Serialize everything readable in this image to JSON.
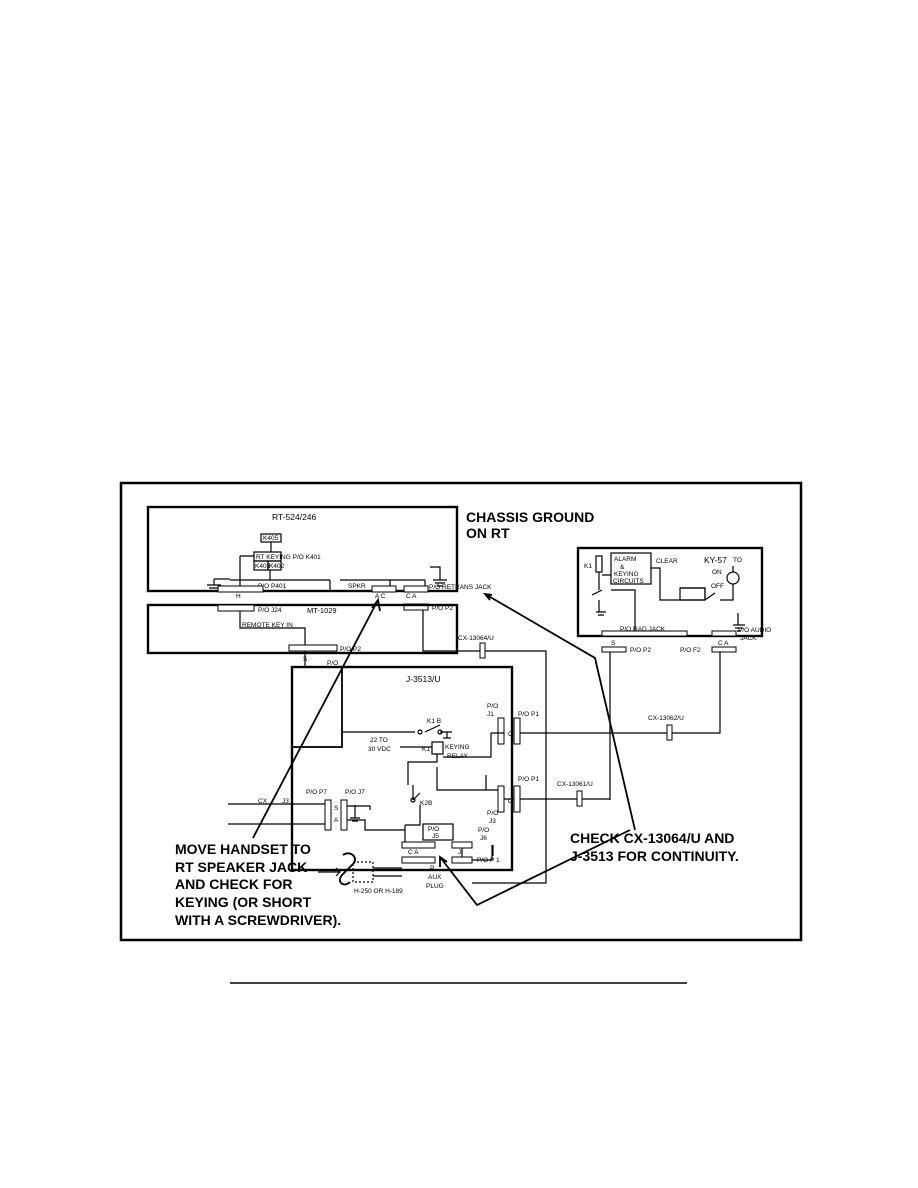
{
  "units": {
    "rt": "RT-524/246",
    "mt": "MT-1029",
    "j3513": "J-3513/U",
    "ky": "KY-57"
  },
  "rt_labels": {
    "k405": "K405",
    "rt_keying": "RT KEYING P/O K401",
    "k403": "K403",
    "k402": "K402",
    "p401": "P/O P401",
    "h": "H",
    "spkr": "SPKR",
    "ac": "A C",
    "ca": "C A",
    "retrans": "P/O RETRANS JACK",
    "p2": "P/O P2"
  },
  "mt_labels": {
    "j24": "P/O J24",
    "remote_key": "REMOTE KEY IN",
    "p2": "P/O P2",
    "s": "S"
  },
  "cables": {
    "cx13064": "CX-13064/U",
    "cx13062": "CX-13062/U",
    "cx13061": "CX-13061/U",
    "cx": "CX",
    "j3": "J3"
  },
  "j_labels": {
    "po": "P/O",
    "po_j1_a": "P/O",
    "po_j1_b": "J1",
    "po_p1_top": "P/O P1",
    "c_top": "C",
    "k1b": "K1 B",
    "v1": "22 TO",
    "v2": "30 VDC",
    "k1": "K1",
    "keying": "KEYING",
    "relay": "RELAY",
    "po_p1_mid": "P/O P1",
    "po_j3_a": "P/O",
    "po_j3_b": "J3",
    "c_mid": "C",
    "k2b": "K2B",
    "po_p7": "P/O P7",
    "po_j7": "P/O J7",
    "s": "S",
    "a": "A",
    "j5_po": "P/O",
    "j5": "J5",
    "j6_po": "P/O",
    "j6": "J6",
    "ca": "C  A",
    "j": "J",
    "po_p1_bot": "P/O P 1",
    "aux1": "P",
    "aux2": "AUX",
    "aux3": "PLUG"
  },
  "ky_labels": {
    "k1": "K1",
    "alarm": "ALARM",
    "amp": "&",
    "keying": "KEYING",
    "circuits": "CIRCUITS",
    "clear": "CLEAR",
    "on": "ON",
    "to": "TO",
    "off": "OFF",
    "rad_jack": "P/O RAD JACK",
    "audio_jack1": "P/O AUDIO",
    "audio_jack2": "JACK",
    "s": "S",
    "ca": "C A",
    "p2a": "P/O P2",
    "p2b": "P/O F2"
  },
  "handset": "H-250 OR H-189",
  "callouts": {
    "chassis1": "CHASSIS GROUND",
    "chassis2": "ON RT",
    "check1": "CHECK CX-13064/U AND",
    "check2": "J-3513 FOR CONTINUITY.",
    "move1": "MOVE HANDSET TO",
    "move2": "RT SPEAKER JACK",
    "move3": "AND CHECK FOR",
    "move4": "KEYING (OR SHORT",
    "move5": "WITH A SCREWDRIVER)."
  }
}
